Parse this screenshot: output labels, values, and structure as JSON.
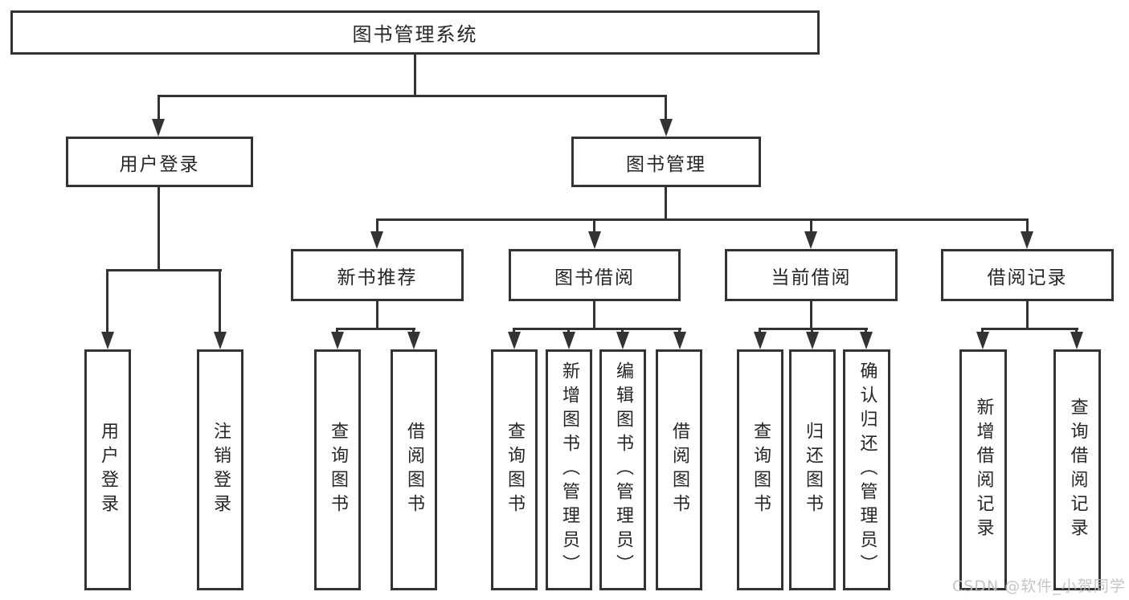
{
  "diagram": {
    "root": "图书管理系统",
    "level2": [
      "用户登录",
      "图书管理"
    ],
    "level3": [
      "新书推荐",
      "图书借阅",
      "当前借阅",
      "借阅记录"
    ],
    "leaves": [
      "用户登录",
      "注销登录",
      "查询图书",
      "借阅图书",
      "查询图书",
      "新增图书（管理员）",
      "编辑图书（管理员）",
      "借阅图书",
      "查询图书",
      "归还图书",
      "确认归还（管理员）",
      "新增借阅记录",
      "查询借阅记录"
    ]
  },
  "watermark": "CSDN @软件_小贺同学",
  "colors": {
    "line": "#333333",
    "text": "#262626",
    "watermark": "#bfbfbf",
    "background": "#ffffff"
  }
}
